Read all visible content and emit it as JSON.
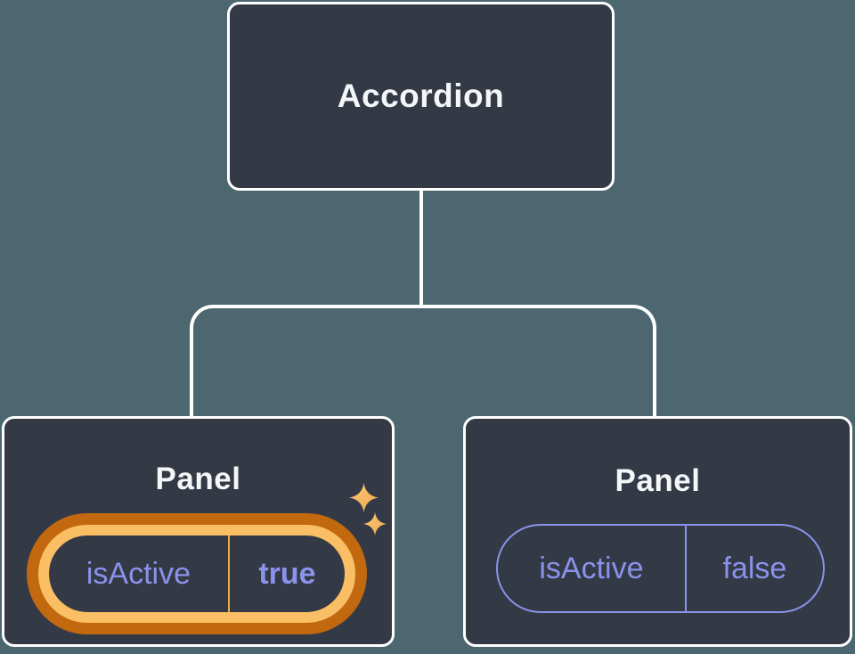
{
  "diagram": {
    "type": "component-tree",
    "root": {
      "label": "Accordion"
    },
    "panels": [
      {
        "label": "Panel",
        "prop": "isActive",
        "value": "true",
        "state": "active",
        "highlighted": true
      },
      {
        "label": "Panel",
        "prop": "isActive",
        "value": "false",
        "state": "inactive",
        "highlighted": false
      }
    ],
    "icons": {
      "sparkle_large": "sparkle-icon",
      "sparkle_small": "sparkle-icon"
    },
    "colors": {
      "background": "#4C6770",
      "node_fill": "#333A45",
      "node_border": "#FFFFFF",
      "connector": "#FFFFFF",
      "text_primary": "#F5F6F8",
      "prop_purple": "#8A92EC",
      "highlight_gold": "#FABE64",
      "highlight_dark_orange": "#C2690F",
      "pill_divider_gold": "#EFAC4E"
    }
  }
}
